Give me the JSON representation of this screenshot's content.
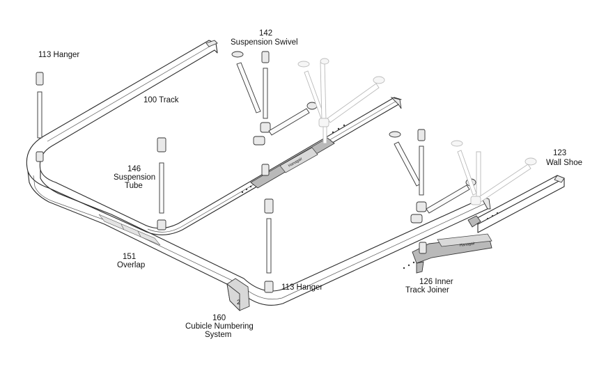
{
  "labels": {
    "hanger_top": "113 Hanger",
    "track": "100 Track",
    "swivel_num": "142",
    "swivel_name": "Suspension  Swivel",
    "tube_num": "146",
    "tube_name1": "Suspension",
    "tube_name2": "Tube",
    "wall_num": "123",
    "wall_name": "Wall Shoe",
    "overlap_num": "151",
    "overlap_name": "Overlap",
    "hanger_bottom": "113 Hanger",
    "joiner_l1": "126 Inner",
    "joiner_l2": "Track Joiner",
    "numbering_num": "160",
    "numbering_l1": "Cubicle Numbering",
    "numbering_l2": "System",
    "tag_number": "2",
    "joiner_brand": "Hanagair"
  }
}
